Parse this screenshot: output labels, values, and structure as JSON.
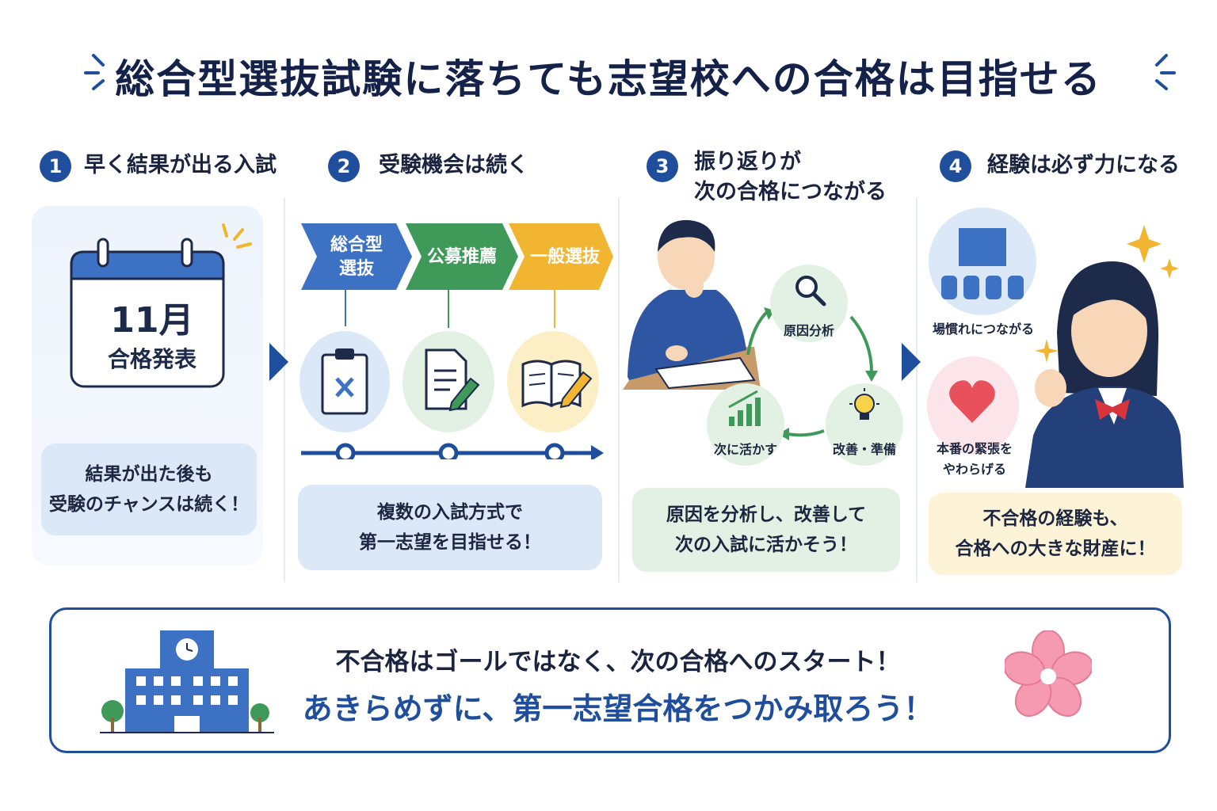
{
  "title": "総合型選抜試験に落ちても志望校への合格は目指せる",
  "steps": [
    {
      "number": "1",
      "heading": "早く結果が出る入試"
    },
    {
      "number": "2",
      "heading": "受験機会は続く"
    },
    {
      "number": "3",
      "heading": "振り返りが\n次の合格につながる"
    },
    {
      "number": "4",
      "heading": "経験は必ず力になる"
    }
  ],
  "panel1": {
    "calendar_month": "11月",
    "calendar_text": "合格発表",
    "note": "結果が出た後も\n受験のチャンスは続く！"
  },
  "panel2": {
    "routes": [
      "総合型\n選抜",
      "公募推薦",
      "一般選抜"
    ],
    "note": "複数の入試方式で\n第一志望を目指せる！"
  },
  "panel3": {
    "cycle": [
      "原因分析",
      "改善・準備",
      "次に活かす"
    ],
    "note": "原因を分析し、改善して\n次の入試に活かそう！"
  },
  "panel4": {
    "benefit_1": "場慣れにつながる",
    "benefit_2": "本番の緊張を\nやわらげる",
    "note": "不合格の経験も、\n合格への大きな財産に！"
  },
  "banner": {
    "line1": "不合格はゴールではなく、次の合格へのスタート！",
    "line2": "あきらめずに、第一志望合格をつかみ取ろう！"
  },
  "colors": {
    "primary": "#1f4e9c",
    "green": "#3f9a5a",
    "yellow": "#f2b531",
    "light_blue": "#e6f0fb",
    "light_green": "#e7f3e8",
    "light_yellow": "#fdf3d6",
    "pink": "#f59ab0"
  }
}
